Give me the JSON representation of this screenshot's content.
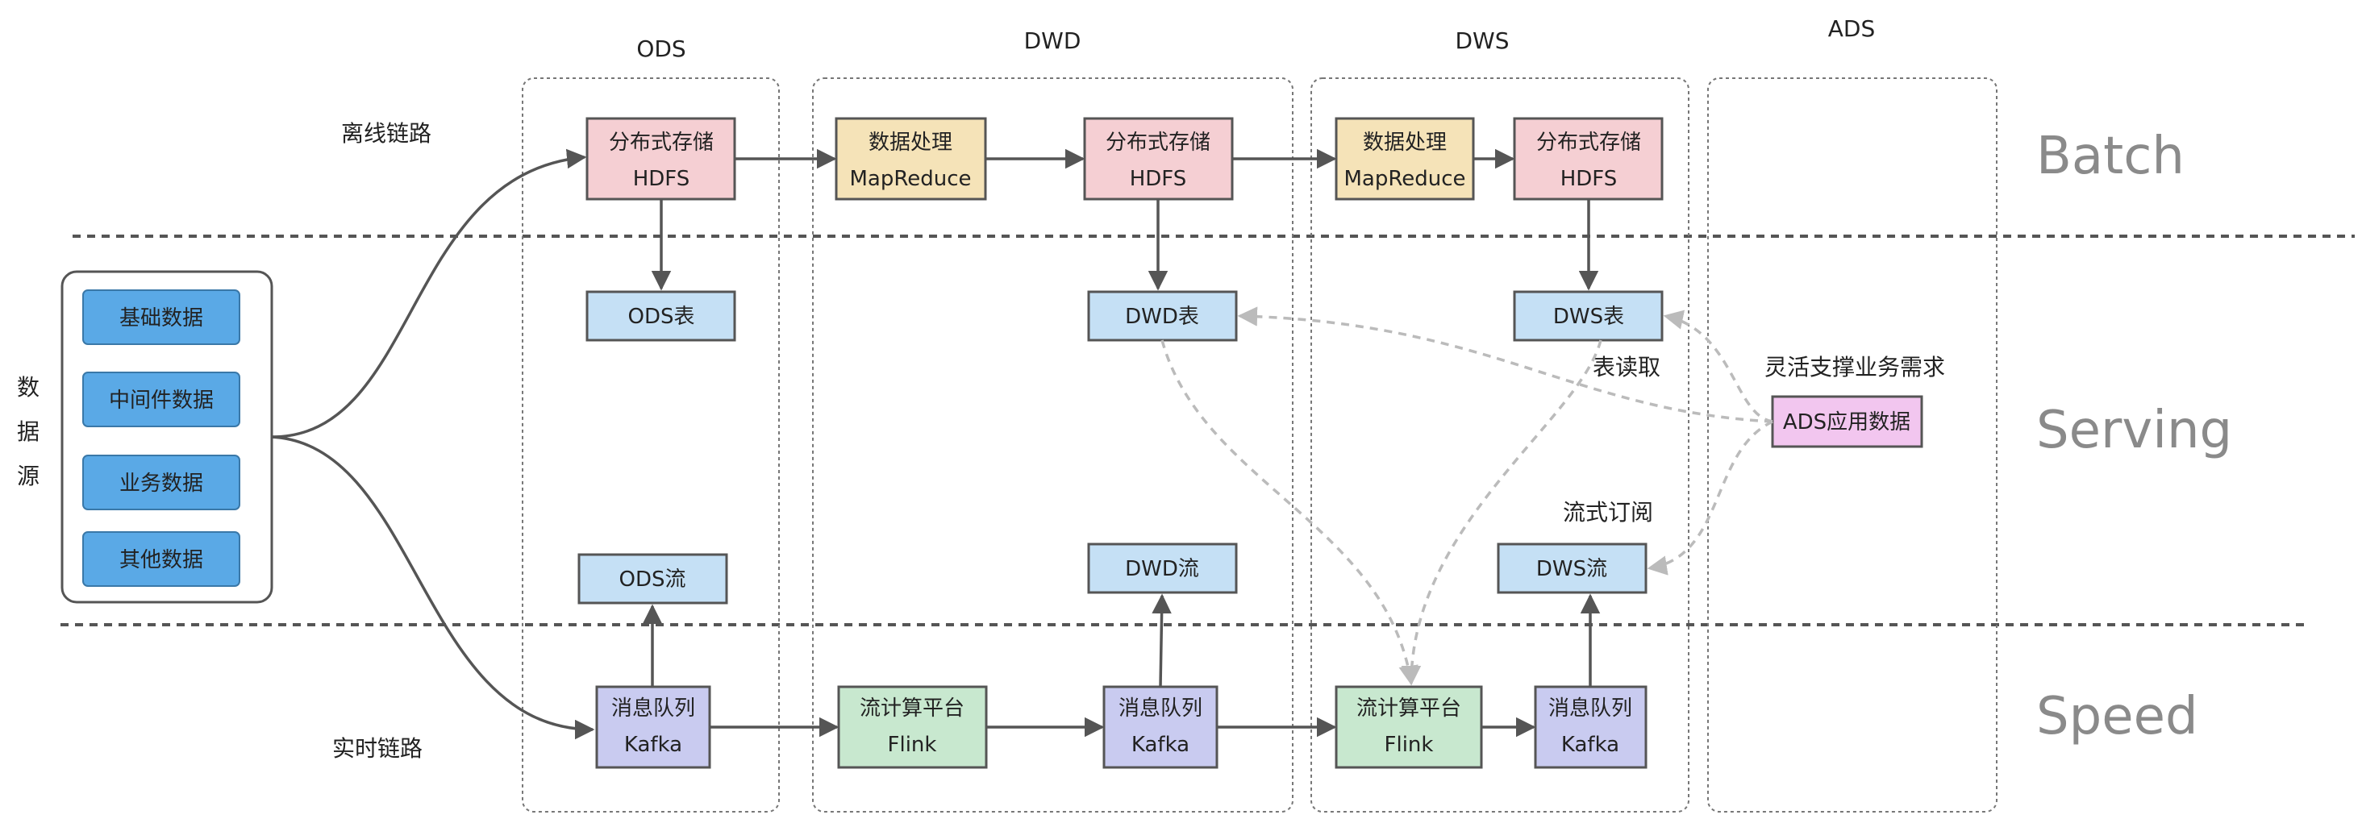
{
  "layers": {
    "ods": "ODS",
    "dwd": "DWD",
    "dws": "DWS",
    "ads": "ADS"
  },
  "bands": {
    "batch": "Batch",
    "serving": "Serving",
    "speed": "Speed"
  },
  "links": {
    "offline": "离线链路",
    "realtime": "实时链路"
  },
  "source": {
    "title_chars": [
      "数",
      "据",
      "源"
    ],
    "items": [
      "基础数据",
      "中间件数据",
      "业务数据",
      "其他数据"
    ]
  },
  "nodes": {
    "ods_hdfs": {
      "line1": "分布式存储",
      "line2": "HDFS"
    },
    "dwd_mr": {
      "line1": "数据处理",
      "line2": "MapReduce"
    },
    "dwd_hdfs": {
      "line1": "分布式存储",
      "line2": "HDFS"
    },
    "dws_mr": {
      "line1": "数据处理",
      "line2": "MapReduce"
    },
    "dws_hdfs": {
      "line1": "分布式存储",
      "line2": "HDFS"
    },
    "ods_table": "ODS表",
    "dwd_table": "DWD表",
    "dws_table": "DWS表",
    "ods_stream": "ODS流",
    "dwd_stream": "DWD流",
    "dws_stream": "DWS流",
    "ads_app": "ADS应用数据",
    "ods_kafka": {
      "line1": "消息队列",
      "line2": "Kafka"
    },
    "dwd_flink": {
      "line1": "流计算平台",
      "line2": "Flink"
    },
    "dwd_kafka": {
      "line1": "消息队列",
      "line2": "Kafka"
    },
    "dws_flink": {
      "line1": "流计算平台",
      "line2": "Flink"
    },
    "dws_kafka": {
      "line1": "消息队列",
      "line2": "Kafka"
    }
  },
  "annotations": {
    "table_read": "表读取",
    "stream_subscribe": "流式订阅",
    "flex_support": "灵活支撑业务需求"
  },
  "colors": {
    "hdfs": "#f5cfd3",
    "mr": "#f5e3b8",
    "table": "#c5e0f5",
    "kafka": "#c9cbf0",
    "flink": "#c8e8cf",
    "source_item": "#5aa9e6",
    "ads": "#f2c6ef",
    "band_text": "#8a8a8a",
    "arrow": "#555555",
    "dashed": "#bbbbbb"
  }
}
